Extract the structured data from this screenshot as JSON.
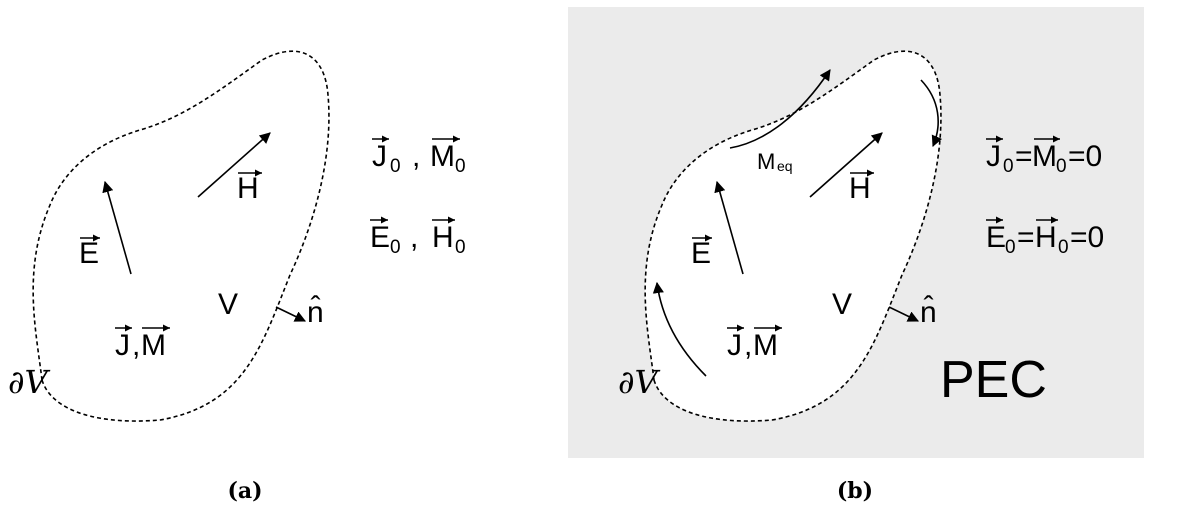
{
  "colors": {
    "pec_background": "#ebebeb",
    "ink": "#000000"
  },
  "panel_a": {
    "caption": "(a)",
    "volume_label": "V",
    "boundary_label": "∂V",
    "normal_label": "n̂",
    "field_e": "E",
    "field_h": "H",
    "sources_j": "J",
    "sources_comma": ",",
    "sources_m": "M",
    "ext_j": "J",
    "ext_j_sub": "0",
    "ext_sep": ",",
    "ext_m": "M",
    "ext_m_sub": "0",
    "ext_e": "E",
    "ext_e_sub": "0",
    "ext_sep2": ",",
    "ext_h": "H",
    "ext_h_sub": "0"
  },
  "panel_b": {
    "caption": "(b)",
    "volume_label": "V",
    "boundary_label": "∂V",
    "normal_label": "n̂",
    "field_e": "E",
    "field_h": "H",
    "sources_j": "J",
    "sources_comma": ",",
    "sources_m": "M",
    "meq": "M",
    "meq_sub": "eq",
    "ext_j": "J",
    "ext_j_sub": "0",
    "ext_eq1": "=",
    "ext_m": "M",
    "ext_m_sub": "0",
    "ext_eq2": "=0",
    "ext_e": "E",
    "ext_e_sub": "0",
    "ext_eq3": "=",
    "ext_h": "H",
    "ext_h_sub": "0",
    "ext_eq4": "=0",
    "region_label": "PEC"
  }
}
